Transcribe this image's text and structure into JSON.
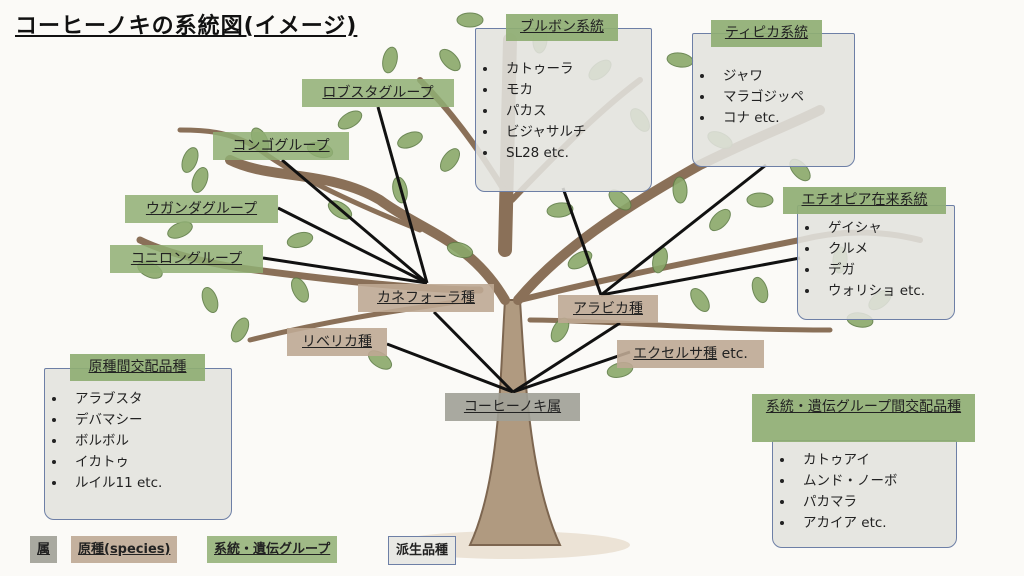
{
  "title": "コーヒーノキの系統図(イメージ)",
  "genus": "コーヒーノキ属",
  "species": {
    "canephora": "カネフォーラ種",
    "liberica": "リベリカ種",
    "arabica": "アラビカ種",
    "excelsa": "エクセルサ種",
    "excelsa_suffix": " etc."
  },
  "groups": {
    "robusta": "ロブスタグループ",
    "congo": "コンゴグループ",
    "uganda": "ウガンダグループ",
    "conilon": "コニロングループ"
  },
  "bourbon": {
    "title": "ブルボン系統",
    "items": [
      "カトゥーラ",
      "モカ",
      "パカス",
      "ビジャサルチ",
      "SL28 etc."
    ]
  },
  "typica": {
    "title": "ティピカ系統",
    "items": [
      "ジャワ",
      "マラゴジッペ",
      "コナ etc."
    ]
  },
  "ethiopia": {
    "title": "エチオピア在来系統",
    "items": [
      "ゲイシャ",
      "クルメ",
      "デガ",
      "ウォリショ etc."
    ]
  },
  "interspecies": {
    "title": "原種間交配品種",
    "items": [
      "アラブスタ",
      "デバマシー",
      "ボルボル",
      "イカトゥ",
      "ルイル11 etc."
    ]
  },
  "intergroup": {
    "title": "系統・遺伝グループ間交配品種",
    "items": [
      "カトゥアイ",
      "ムンド・ノーボ",
      "パカマラ",
      "アカイア etc."
    ]
  },
  "legend": [
    "属",
    "原種(species)",
    "系統・遺伝グループ",
    "派生品種"
  ],
  "colors": {
    "genus": "#a0a096",
    "species": "#bea894",
    "group": "#8fae73",
    "derived": "#e2e2de"
  }
}
